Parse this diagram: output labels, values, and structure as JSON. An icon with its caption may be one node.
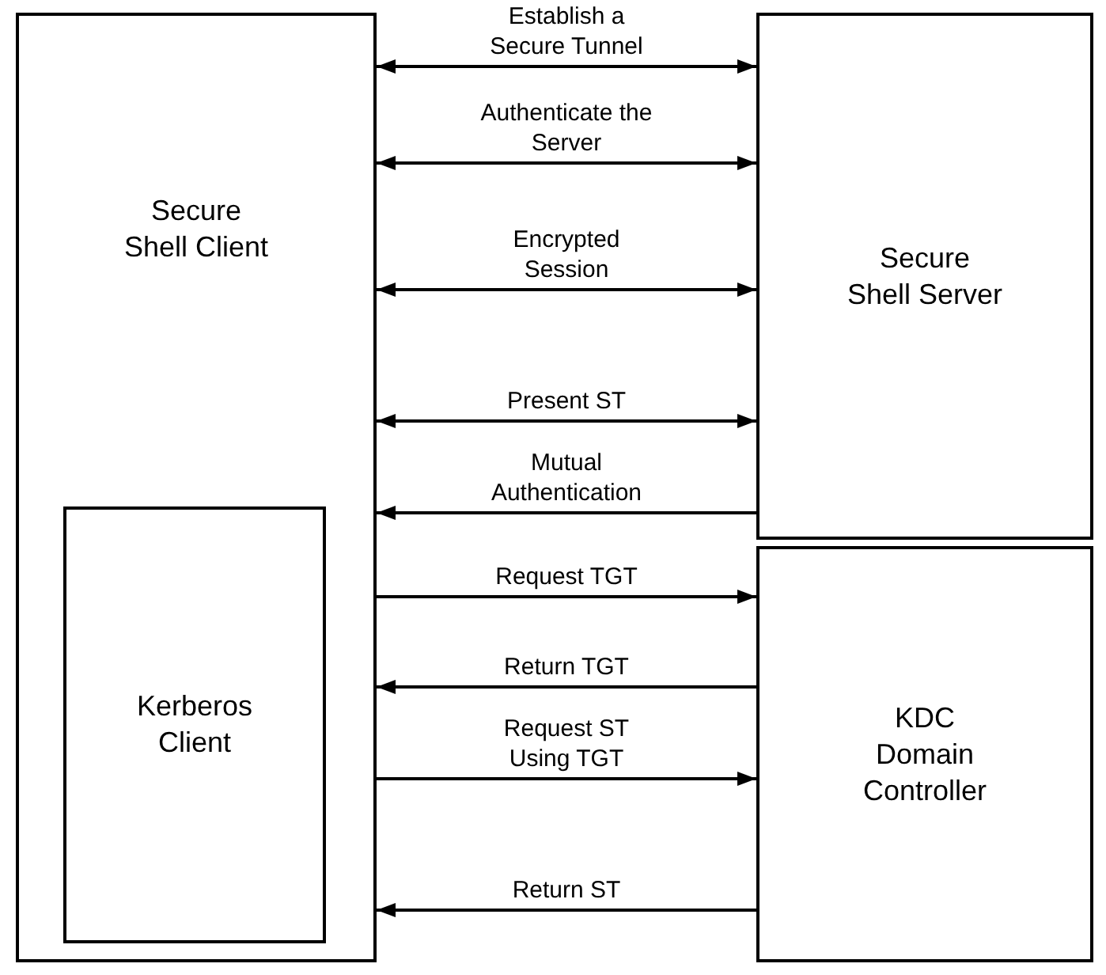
{
  "diagram": {
    "nodes": [
      {
        "text": [
          "Secure Shell Client"
        ]
      },
      {
        "text": [
          "Kerberos Client"
        ],
        "in": 0
      },
      {
        "text": [
          "Secure Shell Server"
        ]
      },
      {
        "text": [
          "KDC Domain Controller"
        ]
      }
    ],
    "edges": [
      {
        "from": 0,
        "to": 2,
        "arrow": "both",
        "label": "Establish a Secure Tunnel"
      },
      {
        "from": 0,
        "to": 2,
        "arrow": "both",
        "label": "Authenticate the Server"
      },
      {
        "from": 0,
        "to": 2,
        "arrow": "both",
        "label": "Encrypted Session"
      },
      {
        "from": 0,
        "to": 2,
        "arrow": "both",
        "label": "Present ST"
      },
      {
        "from": 2,
        "to": 0,
        "arrow": "to",
        "label": "Mutual Authentication"
      },
      {
        "from": 0,
        "to": 3,
        "arrow": "to",
        "label": "Request TGT"
      },
      {
        "from": 3,
        "to": 0,
        "arrow": "to",
        "label": "Return TGT"
      },
      {
        "from": 0,
        "to": 3,
        "arrow": "to",
        "label": "Request ST Using TGT"
      },
      {
        "from": 3,
        "to": 0,
        "arrow": "to",
        "label": "Return ST"
      }
    ]
  }
}
